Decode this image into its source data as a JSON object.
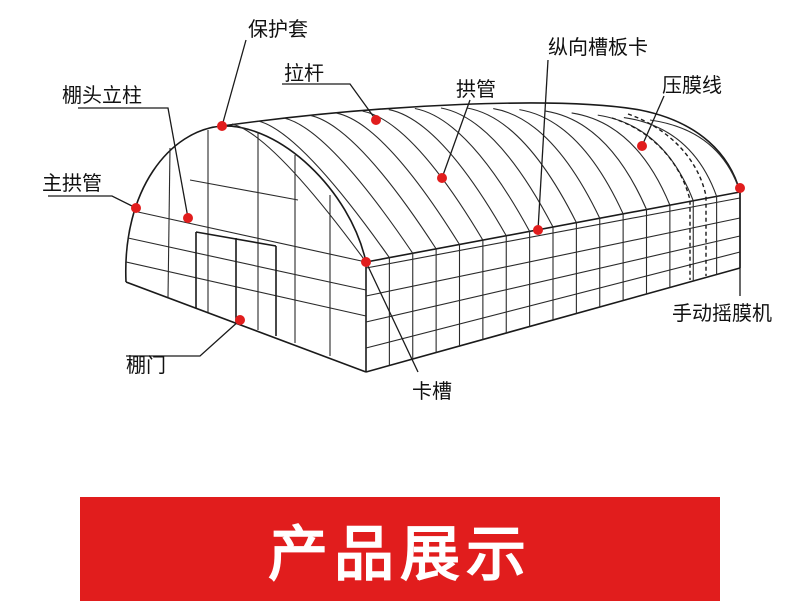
{
  "colors": {
    "accent": "#e11d1d",
    "line": "#1a1a1a",
    "text": "#111111"
  },
  "labels": {
    "baohu_tao": "保护套",
    "la_gan": "拉杆",
    "gong_guan": "拱管",
    "zongxiang_caoban_ka": "纵向槽板卡",
    "ya_mo_xian": "压膜线",
    "peng_tou_lizhu": "棚头立柱",
    "zhu_gongguan": "主拱管",
    "shoudong_yaomo_ji": "手动摇膜机",
    "peng_men": "棚门",
    "ka_cao": "卡槽"
  },
  "banner": {
    "title": "产品展示"
  }
}
